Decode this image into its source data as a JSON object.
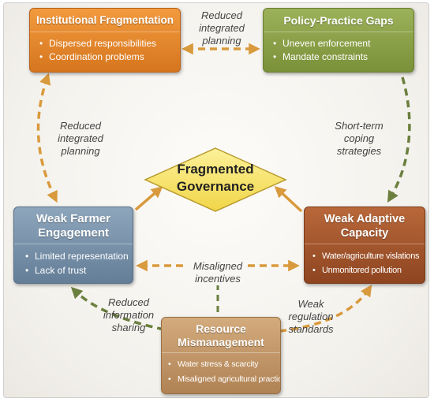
{
  "colors": {
    "institutional": "#e0822a",
    "policy": "#8aa048",
    "farmer": "#7891aa",
    "adaptive": "#a2552c",
    "resource": "#c29566",
    "center_fill": "#f7e36a",
    "arrow_orange": "#d99a3d",
    "arrow_green": "#6b7f3e"
  },
  "center": {
    "title_line1": "Fragmented",
    "title_line2": "Governance"
  },
  "boxes": {
    "institutional": {
      "title": "Institutional Fragmentation",
      "items": [
        "Dispersed responsibilities",
        "Coordination problems"
      ]
    },
    "policy": {
      "title": "Policy-Practice Gaps",
      "items": [
        "Uneven enforcement",
        "Mandate constraints"
      ]
    },
    "farmer": {
      "title_line1": "Weak Farmer",
      "title_line2": "Engagement",
      "items": [
        "Limited representation",
        "Lack of trust"
      ]
    },
    "adaptive": {
      "title_line1": "Weak Adaptive",
      "title_line2": "Capacity",
      "items": [
        "Water/agriculture vislations",
        "Unmonitored pollution"
      ]
    },
    "resource": {
      "title_line1": "Resource",
      "title_line2": "Mismanagement",
      "items": [
        "Water stress & scarcity",
        "Misaligned agricultural practices"
      ]
    }
  },
  "labels": {
    "top": [
      "Reduced",
      "integrated",
      "planning"
    ],
    "left": [
      "Reduced",
      "integrated",
      "planning"
    ],
    "right": [
      "Short-term",
      "coping",
      "strategies"
    ],
    "middle": [
      "Misaligned",
      "incentives"
    ],
    "bottom_left": [
      "Reduced",
      "information",
      "sharing"
    ],
    "bottom_right": [
      "Weak",
      "regulation",
      "standards"
    ]
  }
}
